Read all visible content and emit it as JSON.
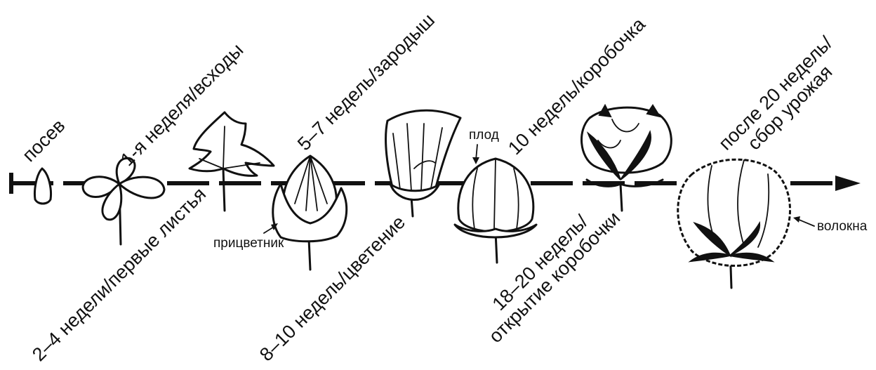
{
  "stages": {
    "sowing": "посев",
    "week1": "1-я неделя/всходы",
    "weeks2_4": "2–4 недели/первые листья",
    "weeks5_7": "5–7 недель/зародыш",
    "weeks8_10": "8–10 недель/цветение",
    "week10": "10 недель/коробочка",
    "weeks18_20_line1": "18–20 недель/",
    "weeks18_20_line2": "открытие коробочки",
    "after20_line1": "после 20 недель/",
    "after20_line2": "сбор урожая"
  },
  "callouts": {
    "bract": "прицветник",
    "fruit": "плод",
    "fibers": "волокна"
  },
  "colors": {
    "ink": "#111111",
    "background": "#ffffff"
  }
}
